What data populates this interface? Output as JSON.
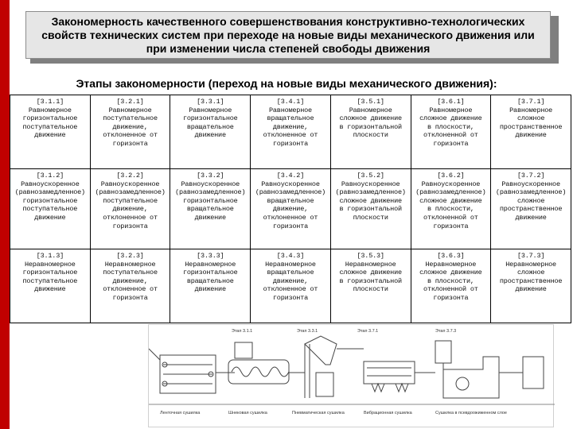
{
  "slide": {
    "title": "Закономерность качественного совершенствования конструктивно-технологических свойств технических систем при переходе на новые виды механического движения или при изменении числа степеней свободы движения",
    "subtitle": "Этапы закономерности (переход на новые виды механического движения):",
    "accent_color": "#c00000"
  },
  "table": {
    "rows": [
      [
        "[3.1.1]\nРавномерное\nгоризонтальное\nпоступательное\nдвижение",
        "[3.2.1]\nРавномерное\nпоступательное\nдвижение,\nотклоненное от\nгоризонта",
        "[3.3.1]\nРавномерное\nгоризонтальное\nвращательное\nдвижение",
        "[3.4.1]\nРавномерное\nвращательное\nдвижение,\nотклоненное от\nгоризонта",
        "[3.5.1]\nРавномерное\nсложное движение\nв горизонтальной\nплоскости",
        "[3.6.1]\nРавномерное\nсложное движение\nв плоскости,\nотклоненной от\nгоризонта",
        "[3.7.1]\nРавномерное\nсложное\nпространственное\nдвижение"
      ],
      [
        "[3.1.2]\nРавноускоренное\n(равнозамедленное)\nгоризонтальное\nпоступательное\nдвижение",
        "[3.2.2]\nРавноускоренное\n(равнозамедленное)\nпоступательное\nдвижение,\nотклоненное от\nгоризонта",
        "[3.3.2]\nРавноускоренное\n(равнозамедленное)\nгоризонтальное\nвращательное\nдвижение",
        "[3.4.2]\nРавноускоренное\n(равнозамедленное)\nвращательное\nдвижение,\nотклоненное от\nгоризонта",
        "[3.5.2]\nРавноускоренное\n(равнозамедленное)\nсложное движение\nв горизонтальной\nплоскости",
        "[3.6.2]\nРавноускоренное\n(равнозамедленное)\nсложное движение\nв плоскости,\nотклоненной от\nгоризонта",
        "[3.7.2]\nРавноускоренное\n(равнозамедленное)\nсложное\nпространственное\nдвижение"
      ],
      [
        "[3.1.3]\nНеравномерное\nгоризонтальное\nпоступательное\nдвижение",
        "[3.2.3]\nНеравномерное\nпоступательное\nдвижение,\nотклоненное от\nгоризонта",
        "[3.3.3]\nНеравномерное\nгоризонтальное\nвращательное\nдвижение",
        "[3.4.3]\nНеравномерное\nвращательное\nдвижение,\nотклоненное от\nгоризонта",
        "[3.5.3]\nНеравномерное\nсложное движение\nв горизонтальной\nплоскости",
        "[3.6.3]\nНеравномерное\nсложное движение\nв плоскости,\nотклоненной от\nгоризонта",
        "[3.7.3]\nНеравномерное\nсложное\nпространственное\nдвижение"
      ]
    ]
  },
  "diagram": {
    "stage_labels": [
      "Этап 3.1.1",
      "Этап 3.3.1",
      "Этап 3.7.1",
      "Этап 3.7.3"
    ],
    "captions": [
      "Ленточная сушилка",
      "Шнековая сушилка",
      "Пневматическая сушилка",
      "Вибрационная сушилка",
      "Сушилка в псевдоожиженном слое"
    ]
  }
}
